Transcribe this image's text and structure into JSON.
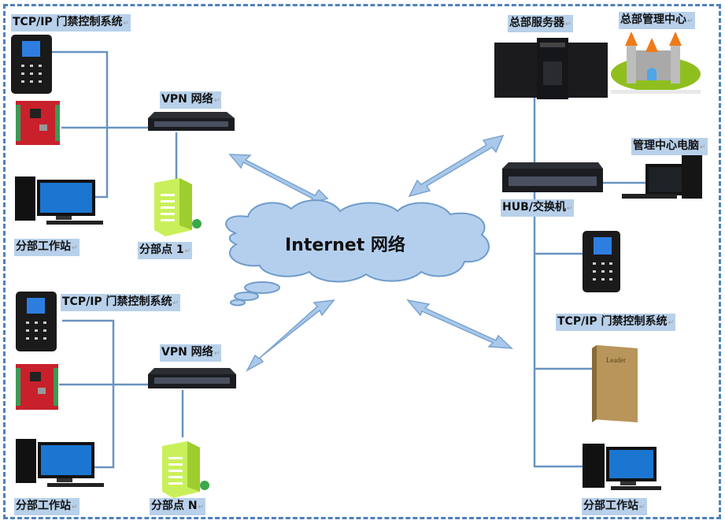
{
  "diagram": {
    "title": "Internet 网络",
    "cloud_label": "Internet 网络",
    "left_top_group": {
      "system_label": "TCP/IP 门禁控制系统",
      "switch_label": "VPN 网络",
      "workstation_label": "分部工作站",
      "branch_label": "分部点 1"
    },
    "left_bottom_group": {
      "system_label": "TCP/IP 门禁控制系统",
      "switch_label": "VPN 网络",
      "workstation_label": "分部工作站",
      "branch_label": "分部点 N"
    },
    "headquarters": {
      "server_label": "总部服务器",
      "center_label": "总部管理中心",
      "hub_label": "HUB/交换机",
      "pc_label": "管理中心电脑",
      "system_label": "TCP/IP 门禁控制系统",
      "workstation_label": "分部工作站"
    },
    "paragraph_mark": "↵",
    "colors": {
      "border": "#4f81bd",
      "label_bg": "#b8d0ea",
      "line": "#6a93c0",
      "cloud_fill": "#b4cfee",
      "arrow_fill": "#a9c8ea"
    }
  }
}
